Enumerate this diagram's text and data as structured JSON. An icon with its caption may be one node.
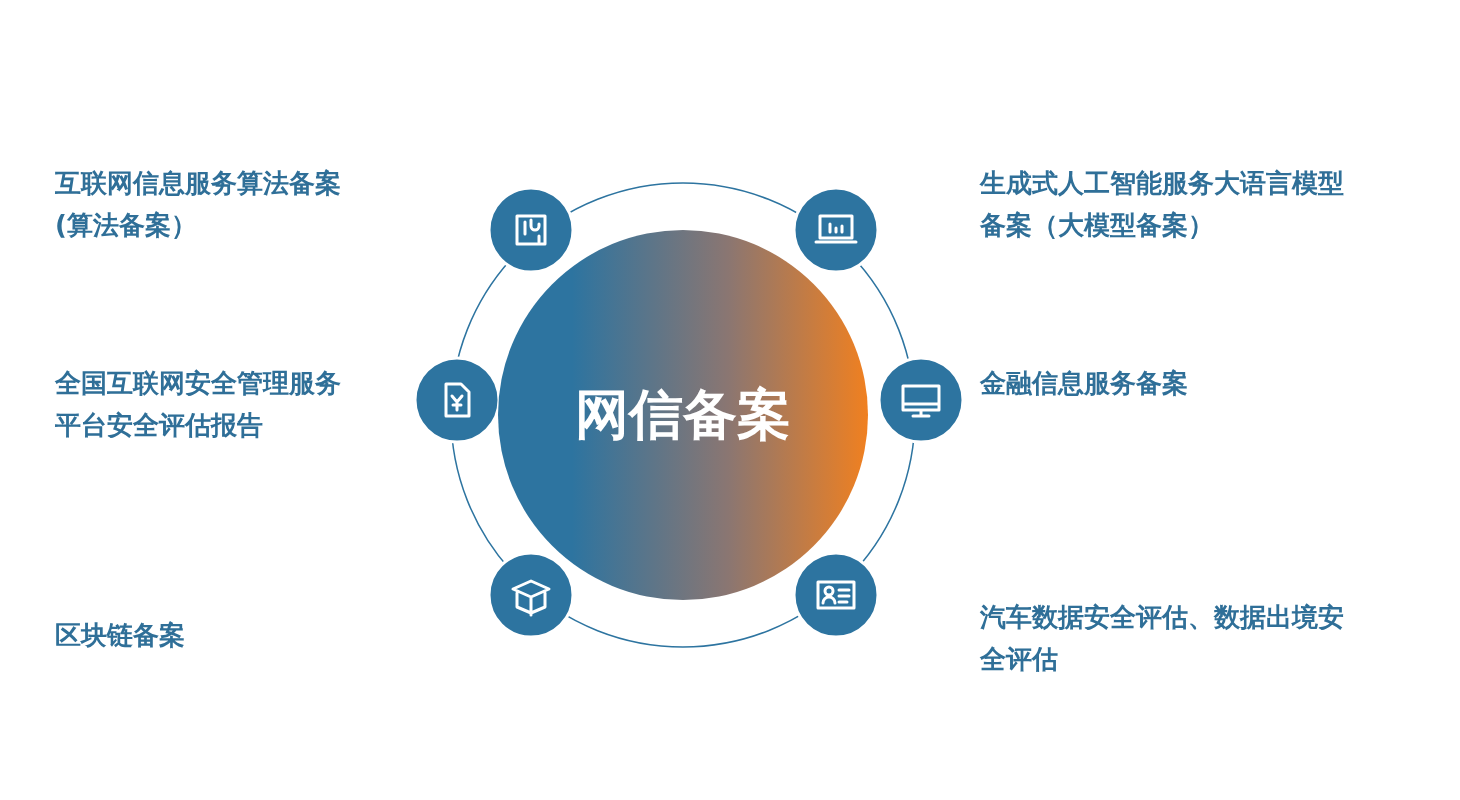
{
  "diagram": {
    "nodes": [
      {
        "text": [
          "网信备案"
        ]
      }
    ],
    "labels": [
      "互联网信息服务算法备案(算法备案）",
      "生成式人工智能服务大语言模型备案（大模型备案）",
      "全国互联网安全管理服务平台安全评估报告",
      "金融信息服务备案",
      "区块链备案",
      "汽车数据安全评估、数据出境安全评估"
    ]
  }
}
